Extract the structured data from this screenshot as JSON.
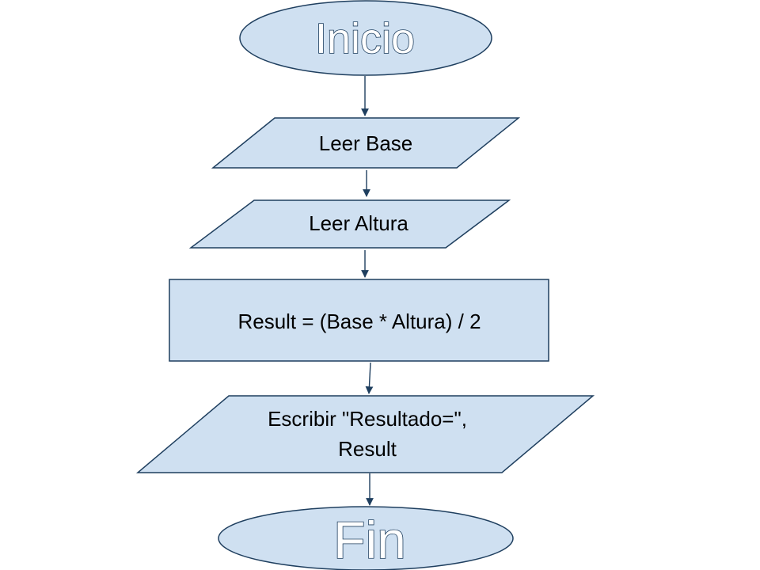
{
  "flowchart": {
    "colors": {
      "fill": "#cfe0f1",
      "stroke": "#1f3f5f",
      "text": "#000000"
    },
    "nodes": {
      "start": {
        "shape": "ellipse",
        "label": "Inicio"
      },
      "read_base": {
        "shape": "parallelogram",
        "label": "Leer Base"
      },
      "read_height": {
        "shape": "parallelogram",
        "label": "Leer Altura"
      },
      "compute": {
        "shape": "rectangle",
        "label": "Result = (Base * Altura) / 2"
      },
      "output": {
        "shape": "parallelogram",
        "label_line1": "Escribir \"Resultado=\",",
        "label_line2": "Result"
      },
      "end": {
        "shape": "ellipse",
        "label": "Fin"
      }
    },
    "edges": [
      {
        "from": "start",
        "to": "read_base"
      },
      {
        "from": "read_base",
        "to": "read_height"
      },
      {
        "from": "read_height",
        "to": "compute"
      },
      {
        "from": "compute",
        "to": "output"
      },
      {
        "from": "output",
        "to": "end"
      }
    ]
  }
}
